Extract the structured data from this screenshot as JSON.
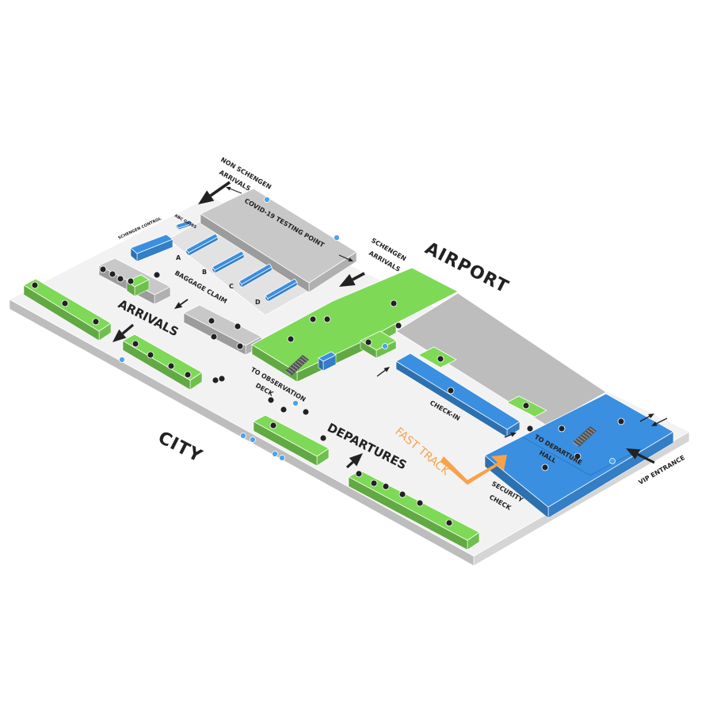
{
  "map": {
    "zones": {
      "airport": "AIRPORT",
      "city": "CITY",
      "arrivals": "ARRIVALS",
      "departures": "DEPARTURES"
    },
    "labels": {
      "non_schengen_1": "NON SCHENGEN",
      "non_schengen_2": "ARRIVALS",
      "schengen_1": "SCHENGEN",
      "schengen_2": "ARRIVALS",
      "covid": "COVID-19 TESTING POINT",
      "abc_gates": "ABC GATES",
      "schengen_control": "SCHENGEN CONTROL",
      "baggage_claim": "BAGGAGE CLAIM",
      "belt_a": "A",
      "belt_b": "B",
      "belt_c": "C",
      "belt_d": "D",
      "observation_1": "TO OBSERVATION",
      "observation_2": "DECK",
      "check_in": "CHECK-IN",
      "fast_track": "FAST TRACK",
      "security_1": "SECURITY",
      "security_2": "CHECK",
      "departure_hall_1": "TO DEPARTURE",
      "departure_hall_2": "HALL",
      "vip": "VIP ENTRANCE"
    },
    "colors": {
      "green": "#7ed957",
      "blue": "#3a8fe0",
      "gray": "#c8c8c8",
      "orange": "#f7a24a",
      "floor": "#f2f2f2"
    }
  }
}
